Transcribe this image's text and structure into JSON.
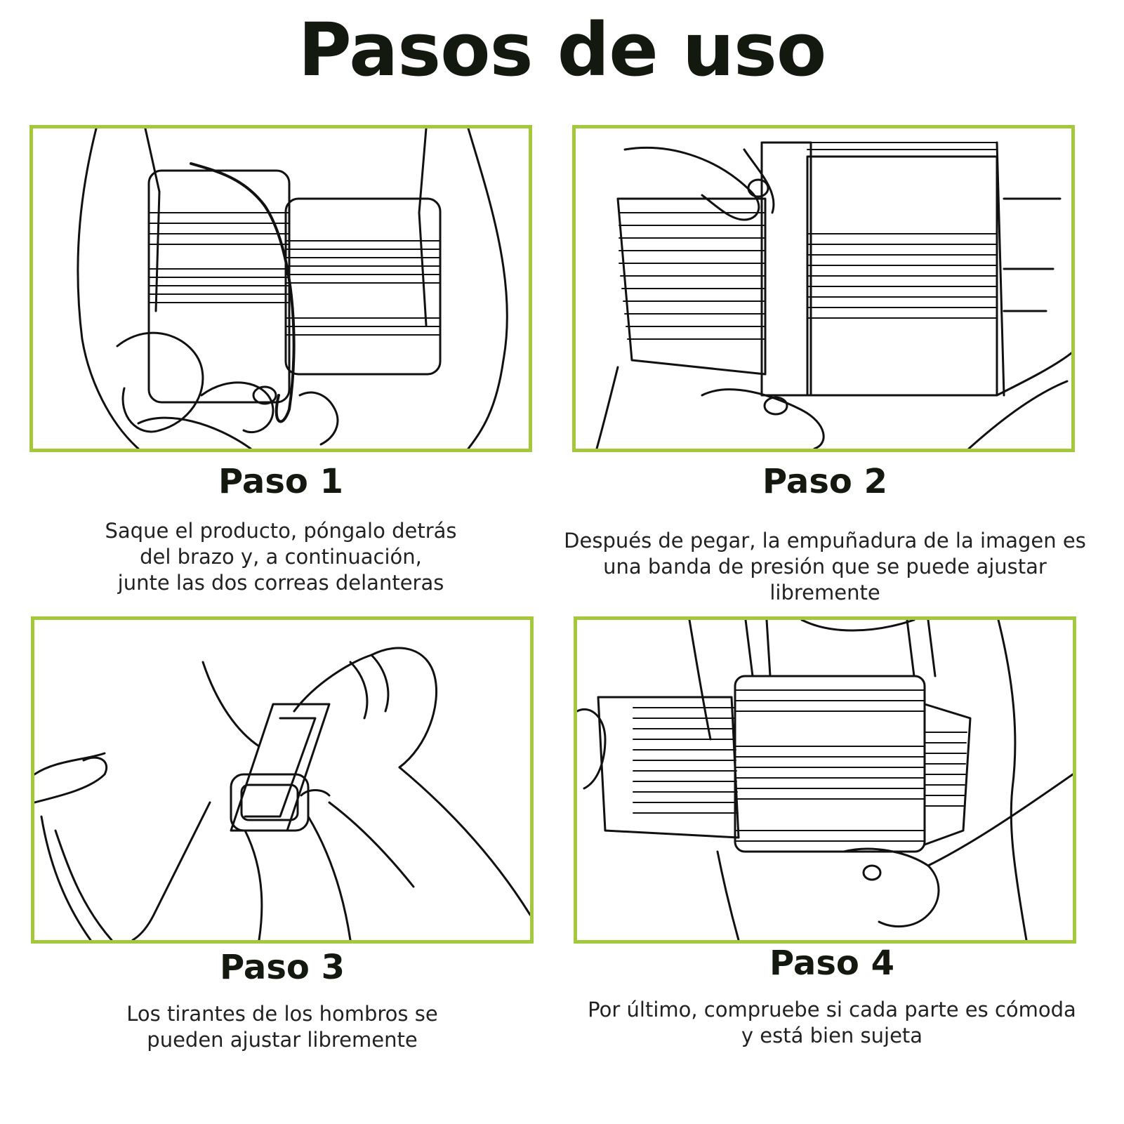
{
  "title": "Pasos de uso",
  "colors": {
    "frame": "#a3c83a",
    "title_text": "#14190f",
    "body_text": "#222222",
    "background": "#ffffff"
  },
  "steps": [
    {
      "title": "Paso 1",
      "lines": [
        "Saque el producto, póngalo detrás",
        "del brazo y, a continuación,",
        "junte las dos correas delanteras"
      ]
    },
    {
      "title": "Paso 2",
      "lines": [
        "Después de pegar, la empuñadura de la imagen es",
        "una banda de presión que se puede ajustar",
        "libremente"
      ]
    },
    {
      "title": "Paso 3",
      "lines": [
        "Los tirantes de los hombros se",
        "pueden ajustar libremente"
      ]
    },
    {
      "title": "Paso 4",
      "lines": [
        "Por último, compruebe si cada parte es cómoda",
        "y está bien sujeta"
      ]
    }
  ]
}
